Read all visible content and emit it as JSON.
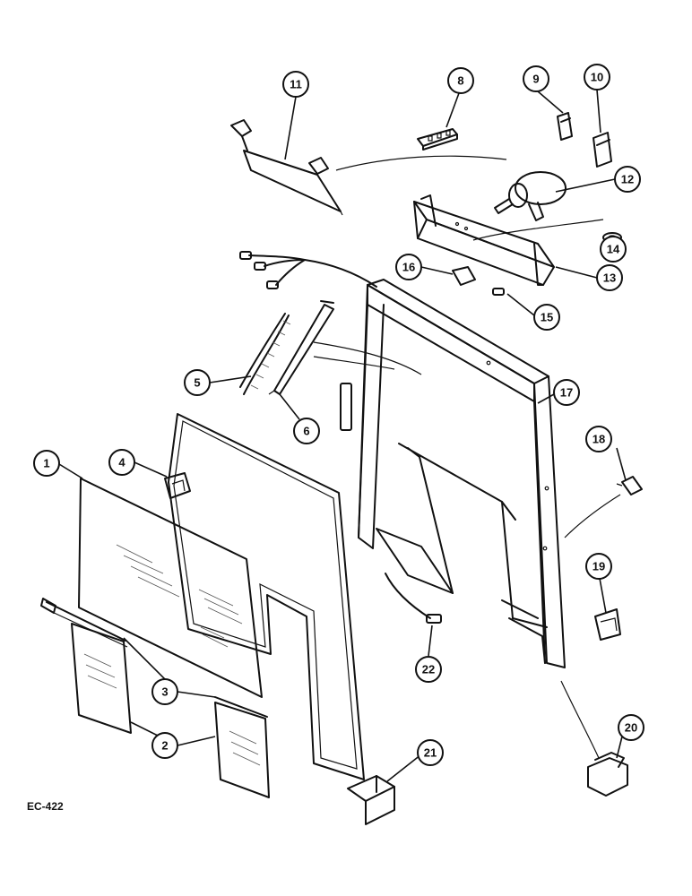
{
  "reference_code": "EC-422",
  "callouts": [
    {
      "number": "1"
    },
    {
      "number": "2"
    },
    {
      "number": "3"
    },
    {
      "number": "4"
    },
    {
      "number": "5"
    },
    {
      "number": "6"
    },
    {
      "number": "8"
    },
    {
      "number": "9"
    },
    {
      "number": "10"
    },
    {
      "number": "11"
    },
    {
      "number": "12"
    },
    {
      "number": "13"
    },
    {
      "number": "14"
    },
    {
      "number": "15"
    },
    {
      "number": "16"
    },
    {
      "number": "17"
    },
    {
      "number": "18"
    },
    {
      "number": "19"
    },
    {
      "number": "20"
    },
    {
      "number": "21"
    },
    {
      "number": "22"
    }
  ]
}
